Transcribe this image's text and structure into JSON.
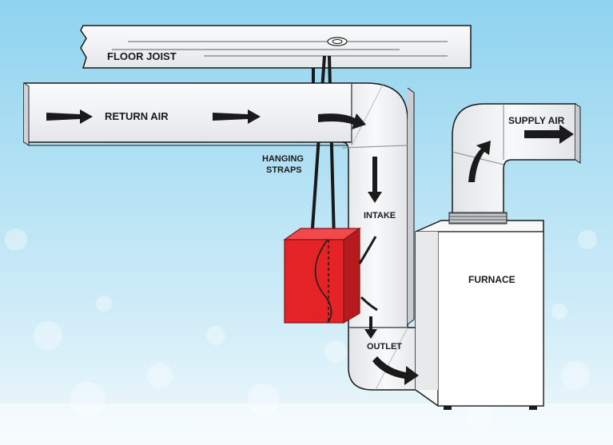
{
  "labels": {
    "floor_joist": "FLOOR JOIST",
    "return_air": "RETURN AIR",
    "supply_air": "SUPPLY AIR",
    "hanging_straps_line1": "HANGING",
    "hanging_straps_line2": "STRAPS",
    "intake": "INTAKE",
    "outlet": "OUTLET",
    "furnace": "FURNACE"
  },
  "colors": {
    "sky_top": "#8fd3ef",
    "sky_bottom": "#eef8fc",
    "duct_fill": "#f1f3f5",
    "duct_shade": "#c9cdd1",
    "filter_red": "#e32326",
    "filter_red_dark": "#b51a1d",
    "line": "#1a1a1a"
  }
}
